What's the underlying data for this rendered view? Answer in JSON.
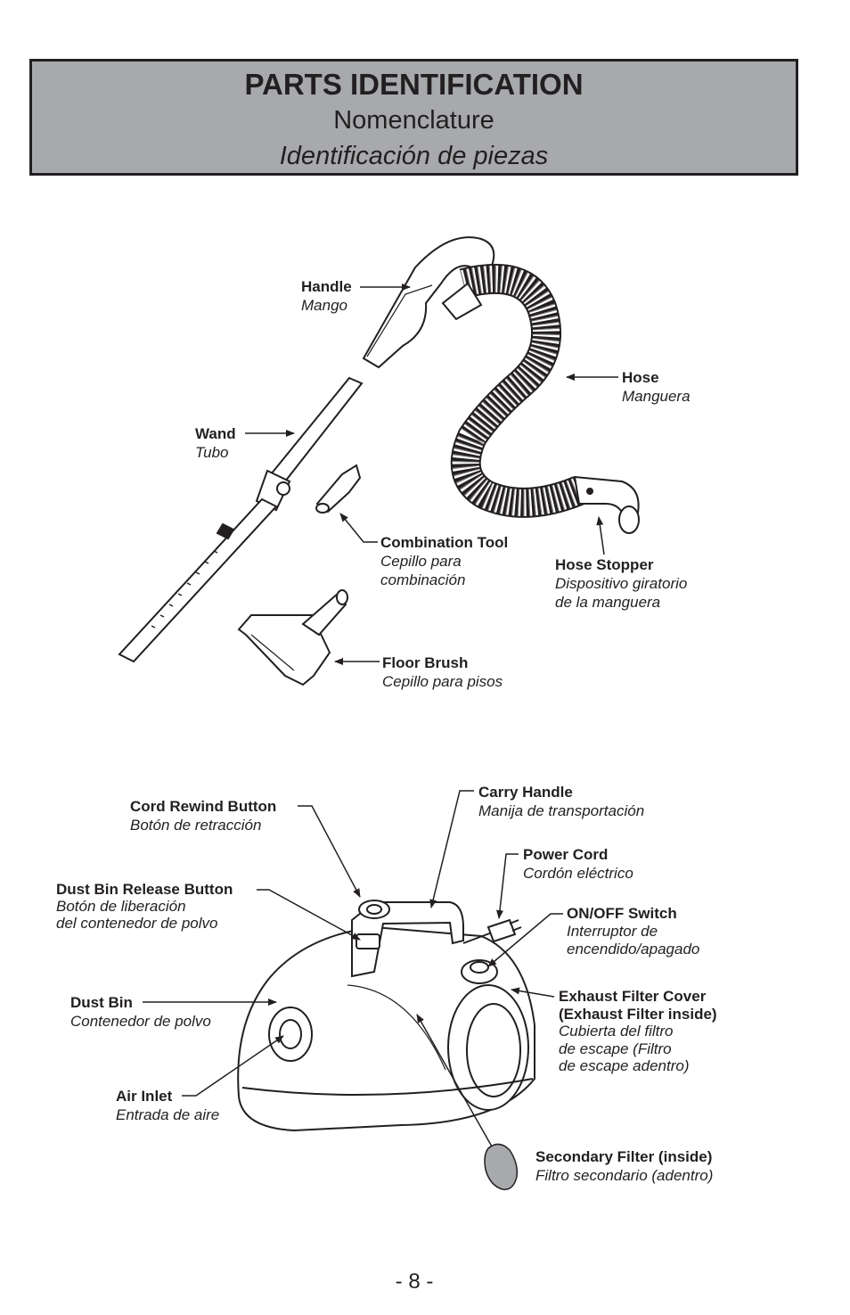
{
  "header": {
    "title": "PARTS IDENTIFICATION",
    "subtitle_fr": "Nomenclature",
    "subtitle_es": "Identificación de piezas"
  },
  "accessories": {
    "handle": {
      "en": "Handle",
      "es": "Mango"
    },
    "hose": {
      "en": "Hose",
      "es": "Manguera"
    },
    "wand": {
      "en": "Wand",
      "es": "Tubo"
    },
    "combination_tool": {
      "en": "Combination Tool",
      "es1": "Cepillo para",
      "es2": "combinación"
    },
    "hose_stopper": {
      "en": "Hose Stopper",
      "es1": "Dispositivo giratorio",
      "es2": "de la manguera"
    },
    "floor_brush": {
      "en": "Floor Brush",
      "es": "Cepillo para pisos"
    }
  },
  "canister": {
    "cord_rewind": {
      "en": "Cord Rewind Button",
      "es": "Botón de retracción"
    },
    "carry_handle": {
      "en": "Carry Handle",
      "es": "Manija de transportación"
    },
    "power_cord": {
      "en": "Power Cord",
      "es": "Cordón eléctrico"
    },
    "dust_bin_release": {
      "en": "Dust Bin Release Button",
      "es1": "Botón de liberación",
      "es2": "del contenedor de polvo"
    },
    "on_off": {
      "en": "ON/OFF Switch",
      "es1": "Interruptor de",
      "es2": "encendido/apagado"
    },
    "exhaust_cover": {
      "en1": "Exhaust Filter Cover",
      "en2": "(Exhaust Filter inside)",
      "es1": "Cubierta del filtro",
      "es2": "de escape (Filtro",
      "es3": "de escape adentro)"
    },
    "dust_bin": {
      "en": "Dust Bin",
      "es": "Contenedor de polvo"
    },
    "air_inlet": {
      "en": "Air Inlet",
      "es": "Entrada de aire"
    },
    "secondary_filter": {
      "en": "Secondary Filter (inside)",
      "es": "Filtro secondario (adentro)"
    }
  },
  "footer": {
    "page": "- 8 -"
  }
}
